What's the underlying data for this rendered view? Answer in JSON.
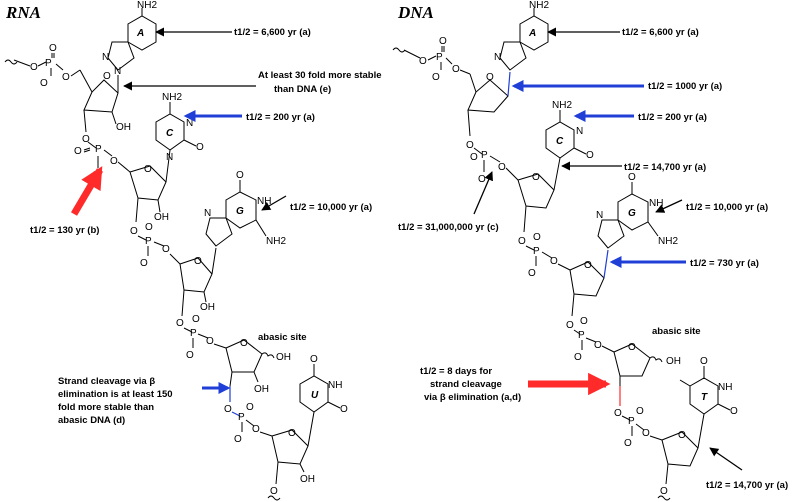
{
  "titles": {
    "rna": "RNA",
    "dna": "DNA"
  },
  "rna_labels": {
    "adenine_half_life": "t1/2 = 6,600 yr (a)",
    "ribose_stability_1": "At least 30 fold more stable",
    "ribose_stability_2": "than DNA (e)",
    "cytosine_half_life": "t1/2 = 200 yr (a)",
    "guanine_half_life": "t1/2 = 10,000 yr (a)",
    "phosphodiester_half_life": "t1/2 = 130 yr (b)",
    "abasic_site": "abasic site",
    "beta_1": "Strand cleavage via β",
    "beta_2": "elimination is at least 150",
    "beta_3": "fold more stable than",
    "beta_4": "abasic DNA (d)"
  },
  "dna_labels": {
    "adenine_half_life": "t1/2 = 6,600 yr (a)",
    "deoxyribose_half_life": "t1/2 = 1000 yr (a)",
    "cytosine_half_life": "t1/2 = 200 yr (a)",
    "glycosidic_c_half_life": "t1/2 = 14,700 yr (a)",
    "guanine_half_life": "t1/2 = 10,000 yr (a)",
    "phosphodiester_half_life": "t1/2 = 31,000,000 yr (c)",
    "glycosidic_g_half_life": "t1/2 = 730 yr (a)",
    "abasic_site": "abasic site",
    "cleavage_1": "t1/2 = 8 days for",
    "cleavage_2": "strand cleavage",
    "cleavage_3": "via β elimination (a,d)",
    "thymine_half_life": "t1/2 = 14,700 yr (a)"
  },
  "atoms": {
    "o": "O",
    "p": "P",
    "oneg": "O",
    "neg": "-",
    "oh": "OH",
    "nh2": "NH2",
    "n": "N",
    "nh": "NH",
    "h": "H"
  },
  "bases": {
    "a": "A",
    "c": "C",
    "g": "G",
    "u": "U",
    "t": "T"
  },
  "colors": {
    "blue_arrow": "#1f3fd6",
    "red_arrow": "#ff2a2a",
    "black": "#000000"
  }
}
